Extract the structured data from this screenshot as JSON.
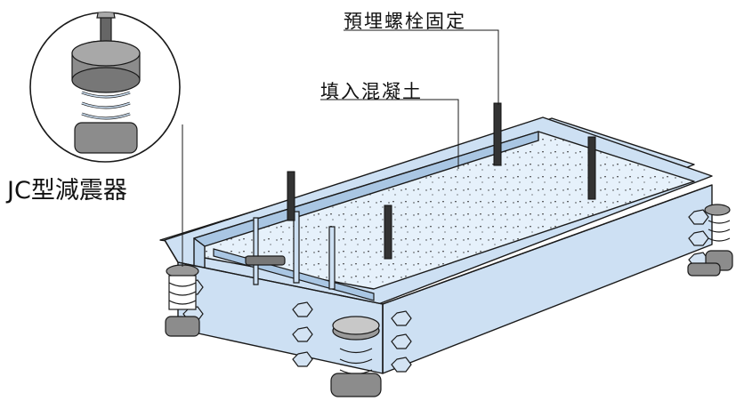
{
  "labels": {
    "anchor_bolt": "預埋螺栓固定",
    "fill_concrete": "填入混凝土",
    "isolator_name": "JC型減震器"
  },
  "colors": {
    "steel": "#cde0f3",
    "steel_dark": "#a9c6e3",
    "concrete": "#e6f1fb",
    "rubber": "#8c8c8c",
    "outline": "#1a1a1a"
  }
}
